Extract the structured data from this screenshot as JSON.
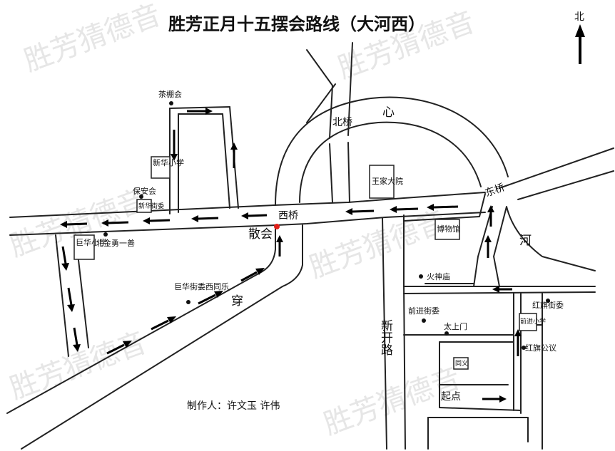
{
  "title": "胜芳正月十五摆会路线（大河西）",
  "north_label": "北",
  "watermark": "胜芳猜德音",
  "credit": "制作人：许文玉  许伟",
  "map_labels": {
    "river_xin": "心",
    "north_bridge": "北桥",
    "east_bridge": "东桥",
    "west_bridge": "西桥",
    "river_he": "河",
    "chuan": "穿",
    "xinkai_road": "新开路",
    "sanhui": "散会",
    "qidian": "起点"
  },
  "places": {
    "chapeng": "茶棚会",
    "xinhua_school": "新华小学",
    "baoan": "保安会",
    "xinhua_jiwei": "新华街委",
    "juhua_school": "巨华小学",
    "beijin": "北金勇一善",
    "wangjia": "王家大院",
    "bowuguan": "博物馆",
    "huoshenmiao": "火神庙",
    "juhua_jiewei": "巨华街委西同乐",
    "qianjin_jiewei": "前进街委",
    "taishangmen": "太上门",
    "hongqi_jiewei": "红旗街委",
    "qianjin_school": "前进小学",
    "hongqi_gongyi": "红旗公议",
    "tongxin": "同义"
  }
}
